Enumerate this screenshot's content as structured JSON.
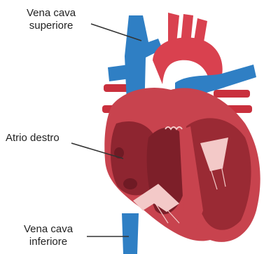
{
  "labels": {
    "svc": {
      "line1": "Vena cava",
      "line2": "superiore"
    },
    "ra": {
      "text": "Atrio destro"
    },
    "ivc": {
      "line1": "Vena cava",
      "line2": "inferiore"
    }
  },
  "colors": {
    "vein_blue": "#2f7fc4",
    "aorta_red": "#d9414f",
    "muscle": "#c8434e",
    "chamber": "#8e2530",
    "valve": "#f3c9c8",
    "leader": "#333333"
  }
}
